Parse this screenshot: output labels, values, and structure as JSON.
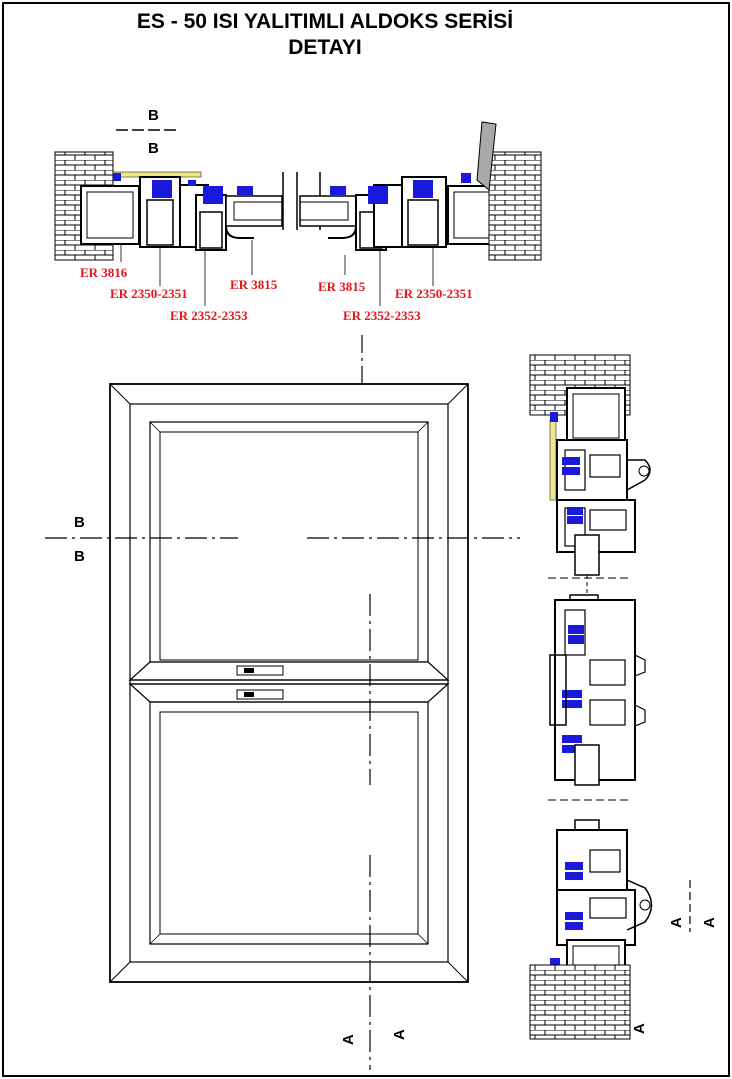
{
  "title": {
    "line1": "ES - 50 ISI YALITIMLI ALDOKS SERİSİ",
    "line2": "DETAYI"
  },
  "section_marks": {
    "top_upper": "B",
    "top_lower": "B",
    "left_upper": "B",
    "left_lower": "B",
    "bottom_a1": "A",
    "bottom_a2": "A",
    "right_a1": "A",
    "right_a2": "A",
    "right_bottom_a": "A"
  },
  "part_labels": {
    "left_er3816": "ER 3816",
    "left_er2350": "ER 2350-2351",
    "left_er2352": "ER 2352-2353",
    "left_er3815": "ER 3815",
    "right_er3815": "ER 3815",
    "right_er2352": "ER 2352-2353",
    "right_er2350": "ER 2350-2351"
  },
  "colors": {
    "line": "#000000",
    "label_red": "#e8141c",
    "gasket_blue": "#1a1adc",
    "sealant_yellow": "#f0e68c",
    "glass_gray": "#a9a9a9"
  }
}
